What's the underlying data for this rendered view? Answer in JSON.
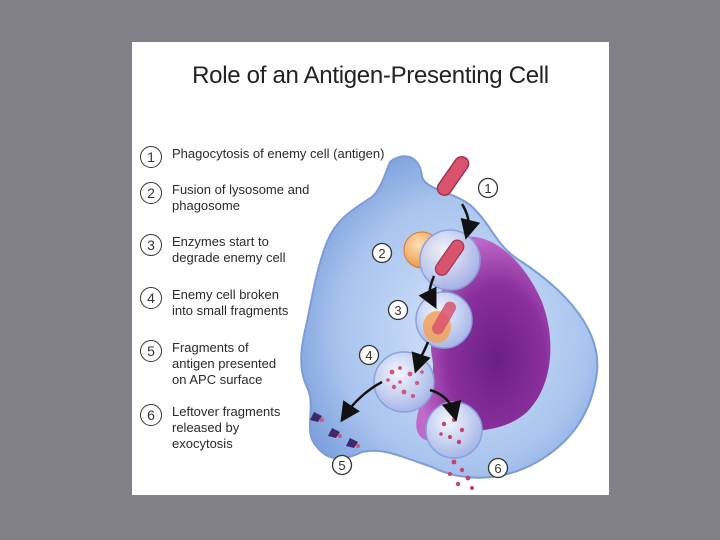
{
  "title": "Role of an Antigen-Presenting Cell",
  "steps": [
    {
      "num": "1",
      "text": "Phagocytosis of enemy cell (antigen)"
    },
    {
      "num": "2",
      "text": "Fusion of lysosome and phagosome"
    },
    {
      "num": "3",
      "text": "Enzymes start to degrade enemy cell"
    },
    {
      "num": "4",
      "text": "Enemy cell broken into small fragments"
    },
    {
      "num": "5",
      "text": "Fragments of antigen presented on APC surface"
    },
    {
      "num": "6",
      "text": "Leftover fragments released by exocytosis"
    }
  ],
  "markers": [
    "1",
    "2",
    "3",
    "4",
    "5",
    "6"
  ],
  "colors": {
    "background": "#808086",
    "card": "#ffffff",
    "cell": "#a9c4ee",
    "nucleus": "#8a2f9c",
    "antigen": "#d9536e",
    "lysosome": "#f2a15a",
    "fragment": "#c8406e",
    "presented": "#3b2a6e"
  }
}
